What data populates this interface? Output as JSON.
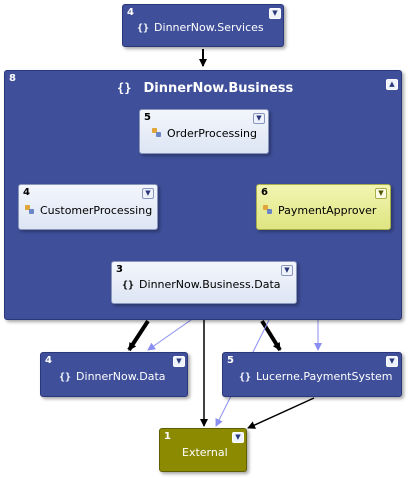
{
  "nodes": {
    "services": {
      "count": "4",
      "ns_glyph": "{}",
      "name": "DinnerNow.Services"
    },
    "business": {
      "count": "8",
      "ns_glyph": "{}",
      "name": "DinnerNow.Business"
    },
    "order": {
      "count": "5",
      "name": "OrderProcessing",
      "icon": "class-icon"
    },
    "customer": {
      "count": "4",
      "name": "CustomerProcessing",
      "icon": "class-icon"
    },
    "payment": {
      "count": "6",
      "name": "PaymentApprover",
      "icon": "class-icon"
    },
    "business_data": {
      "count": "3",
      "ns_glyph": "{}",
      "name": "DinnerNow.Business.Data"
    },
    "data": {
      "count": "4",
      "ns_glyph": "{}",
      "name": "DinnerNow.Data"
    },
    "lucerne": {
      "count": "5",
      "ns_glyph": "{}",
      "name": "Lucerne.PaymentSystem"
    },
    "external": {
      "count": "1",
      "name": "External"
    }
  },
  "colors": {
    "namespace_dark": "#3f4f9a",
    "class_light": "#dde5f4",
    "highlighted": "#dfe581",
    "external": "#8c8a00",
    "edge_black": "#000000",
    "edge_highlight": "#8a8ef0"
  },
  "icons": {
    "expand": "chevron-down-icon",
    "collapse": "chevron-up-icon"
  }
}
